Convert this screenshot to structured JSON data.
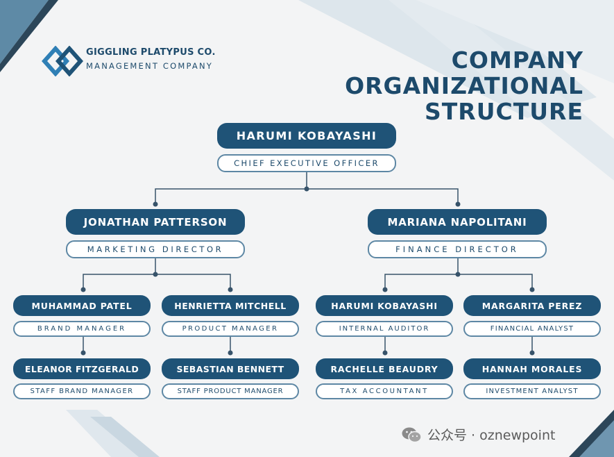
{
  "colors": {
    "navy": "#1f5377",
    "outline": "#5d87a4",
    "line": "#37536a",
    "background": "#f3f4f5"
  },
  "company": {
    "name": "GIGGLING PLATYPUS CO.",
    "subtitle": "MANAGEMENT COMPANY",
    "logo": "interlocking-diamond-logo"
  },
  "title": "COMPANY ORGANIZATIONAL STRUCTURE",
  "org": {
    "ceo": {
      "name": "HARUMI KOBAYASHI",
      "role": "CHIEF EXECUTIVE OFFICER"
    },
    "directors": [
      {
        "name": "JONATHAN PATTERSON",
        "role": "MARKETING DIRECTOR"
      },
      {
        "name": "MARIANA NAPOLITANI",
        "role": "FINANCE DIRECTOR"
      }
    ],
    "managers": [
      {
        "name": "MUHAMMAD PATEL",
        "role": "BRAND MANAGER"
      },
      {
        "name": "HENRIETTA MITCHELL",
        "role": "PRODUCT MANAGER"
      },
      {
        "name": "HARUMI KOBAYASHI",
        "role": "INTERNAL AUDITOR"
      },
      {
        "name": "MARGARITA PEREZ",
        "role": "FINANCIAL ANALYST"
      }
    ],
    "staff": [
      {
        "name": "ELEANOR FITZGERALD",
        "role": "STAFF BRAND MANAGER"
      },
      {
        "name": "SEBASTIAN BENNETT",
        "role": "STAFF PRODUCT MANAGER"
      },
      {
        "name": "RACHELLE BEAUDRY",
        "role": "TAX ACCOUNTANT"
      },
      {
        "name": "HANNAH MORALES",
        "role": "INVESTMENT ANALYST"
      }
    ]
  },
  "watermark": {
    "text": "公众号 · oznewpoint",
    "icon": "wechat-icon"
  }
}
